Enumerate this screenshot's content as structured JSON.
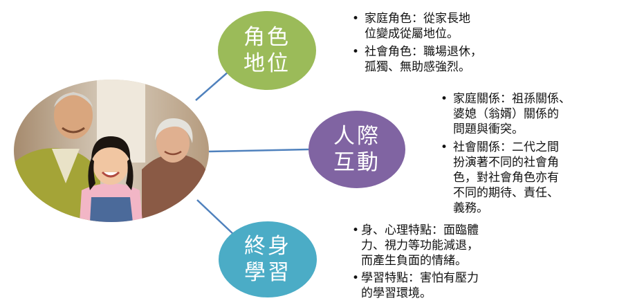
{
  "photo": {
    "icon": "family-photo-icon"
  },
  "nodes": [
    {
      "label_lines": [
        "角色",
        "地位"
      ],
      "color": "#9bbb59",
      "bullets": [
        {
          "term": "家庭角色：",
          "lines": [
            "家庭角色：從家長地",
            "位變成從屬地位。"
          ]
        },
        {
          "term": "社會角色：",
          "lines": [
            "社會角色：職場退休，",
            "孤獨、無助感強烈。"
          ]
        }
      ]
    },
    {
      "label_lines": [
        "人際",
        "互動"
      ],
      "color": "#8064a2",
      "bullets": [
        {
          "term": "家庭關係：",
          "lines": [
            "家庭關係：祖孫關係、",
            "婆媳（翁婿）關係的",
            "問題與衝突。"
          ]
        },
        {
          "term": "社會關係：",
          "lines": [
            "社會關係：二代之間",
            "扮演著不同的社會角",
            "色，對社會角色亦有",
            "不同的期待、責任、",
            "義務。"
          ]
        }
      ]
    },
    {
      "label_lines": [
        "終身",
        "學習"
      ],
      "color": "#4bacc6",
      "bullets": [
        {
          "term": "身、心理特點：",
          "lines": [
            "身、心理特點：面臨體",
            "力、視力等功能減退，",
            "而產生負面的情緒。"
          ]
        },
        {
          "term": "學習特點：",
          "lines": [
            "學習特點：害怕有壓力",
            "的學習環境。"
          ]
        }
      ]
    }
  ],
  "connector_color": "#4f81bd"
}
